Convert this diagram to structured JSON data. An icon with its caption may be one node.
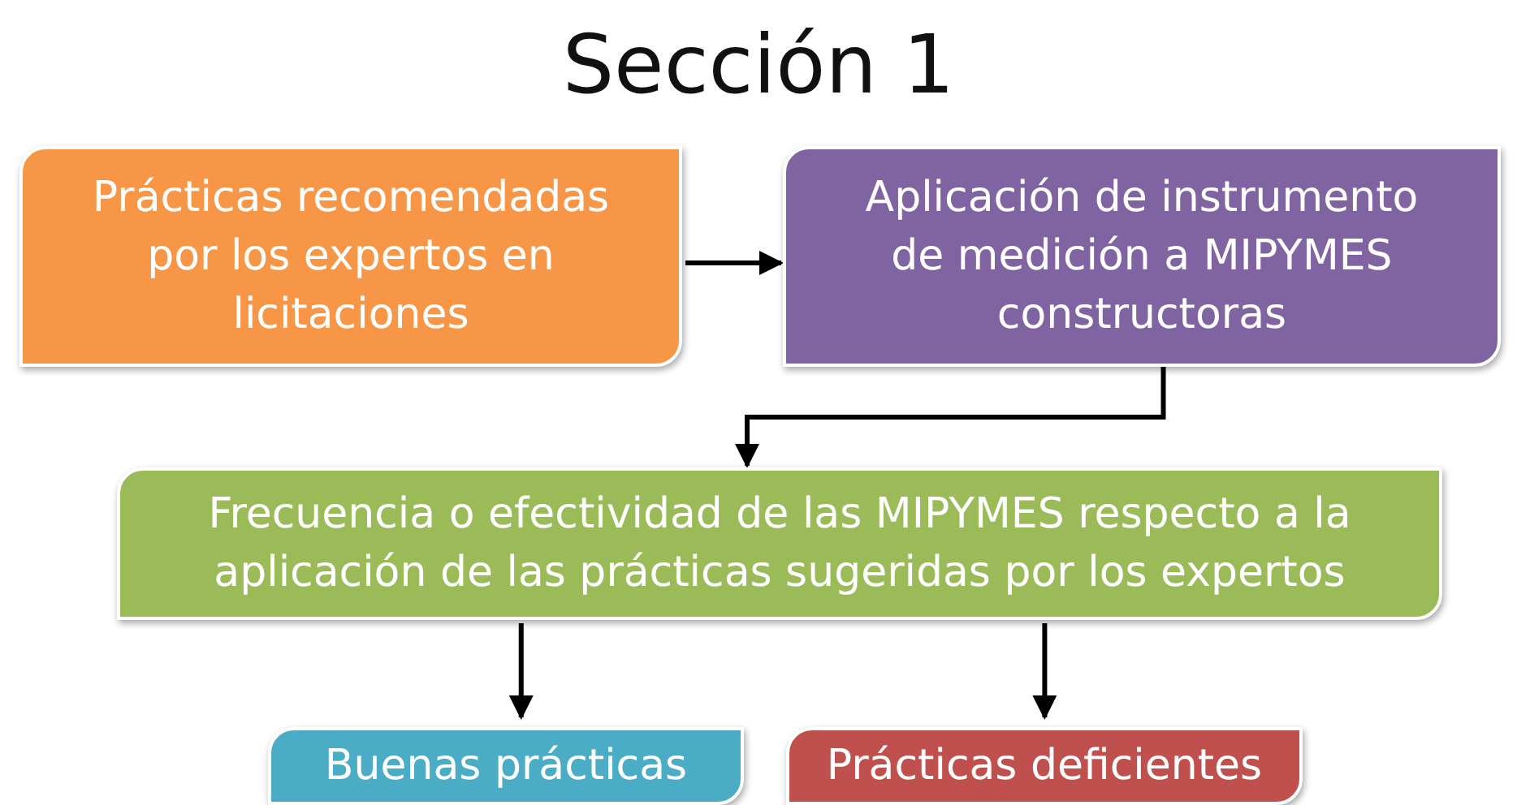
{
  "diagram": {
    "title": "Sección 1",
    "nodes": [
      {
        "text": [
          "Prácticas recomendadas por los expertos en licitaciones"
        ]
      },
      {
        "text": [
          "Aplicación de instrumento de medición a MIPYMES constructoras"
        ]
      },
      {
        "text": [
          "Frecuencia o efectividad de las MIPYMES respecto a la aplicación de las prácticas sugeridas por los expertos"
        ]
      },
      {
        "text": [
          "Buenas prácticas"
        ]
      },
      {
        "text": [
          "Prácticas deficientes"
        ]
      }
    ],
    "edges": [
      {
        "from": 0,
        "to": 1,
        "arrow": "to"
      },
      {
        "from": 1,
        "to": 2,
        "arrow": "to"
      },
      {
        "from": 2,
        "to": 3,
        "arrow": "to"
      },
      {
        "from": 2,
        "to": 4,
        "arrow": "to"
      }
    ]
  }
}
